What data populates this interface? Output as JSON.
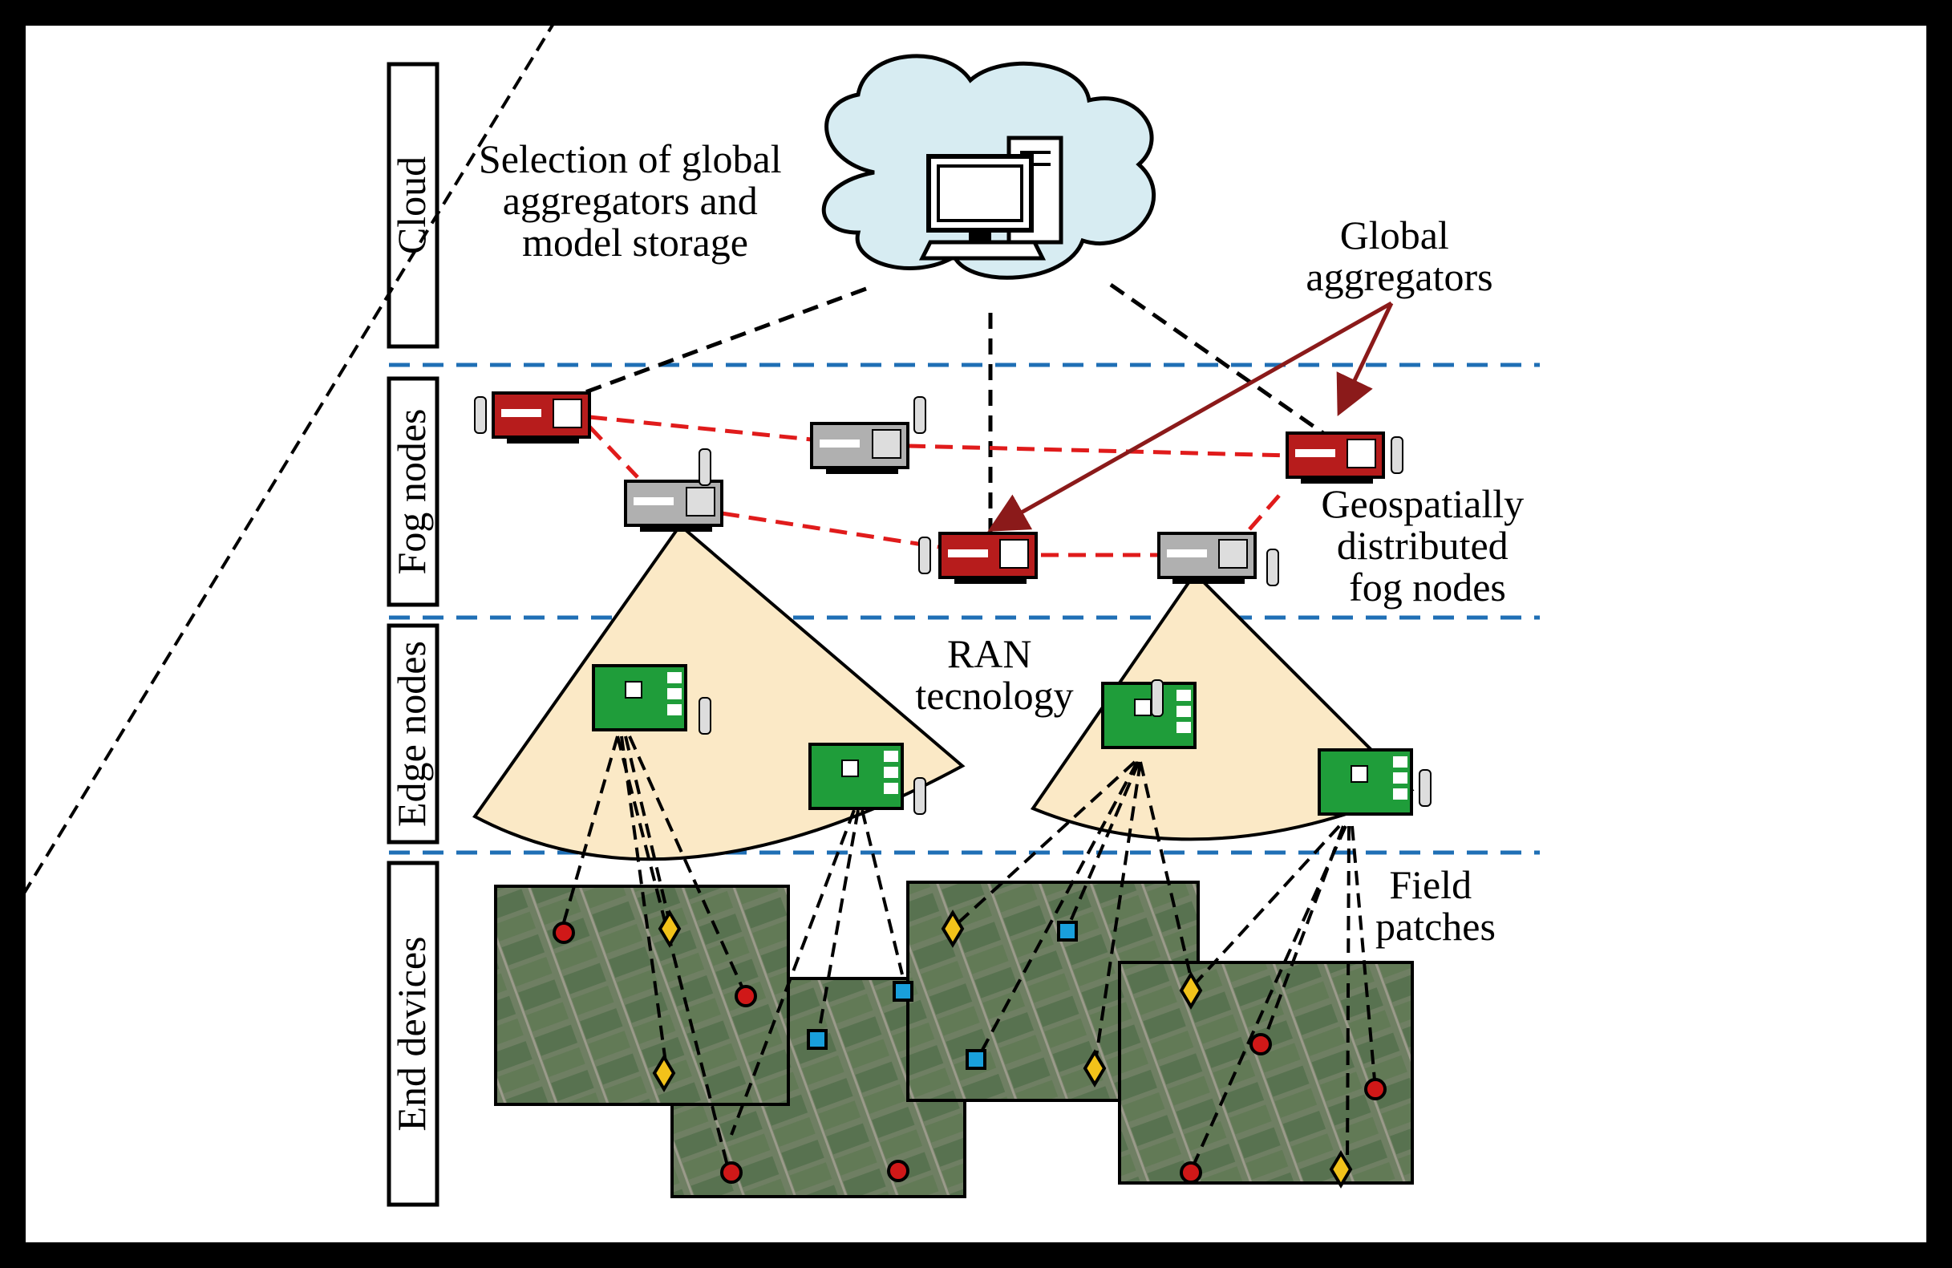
{
  "tiers": [
    {
      "id": "cloud",
      "label": "Cloud"
    },
    {
      "id": "fog",
      "label": "Fog nodes"
    },
    {
      "id": "edge",
      "label": "Edge nodes"
    },
    {
      "id": "end",
      "label": "End devices"
    }
  ],
  "annotations": {
    "cloud_text": [
      "Selection of global",
      "aggregators and",
      "model storage"
    ],
    "global_aggregators": [
      "Global",
      "aggregators"
    ],
    "geo_fog": [
      "Geospatially",
      "distributed",
      "fog nodes"
    ],
    "ran": [
      "RAN",
      "tecnology"
    ],
    "field": [
      "Field",
      "patches"
    ]
  },
  "colors": {
    "aggregator_red": "#b71c1c",
    "fog_gray": "#9e9e9e",
    "edge_green": "#1f9d3a",
    "ran_fill": "#fbe9c6",
    "cloud_fill": "#d7ecf2",
    "tier_divider": "#1f6fb5",
    "fog_link": "#e01b1b",
    "arrow": "#8b1a1a",
    "sensor_red": "#d01818",
    "sensor_yellow": "#f2c21a",
    "sensor_blue": "#19a0dc"
  },
  "icons": {
    "cloud": "cloud-server-icon",
    "global_aggregator": "red-router-icon",
    "fog_node": "gray-router-icon",
    "edge_node": "circuit-board-icon",
    "sensors": [
      "red-circle-sensor-icon",
      "yellow-diamond-sensor-icon",
      "blue-square-sensor-icon"
    ]
  }
}
